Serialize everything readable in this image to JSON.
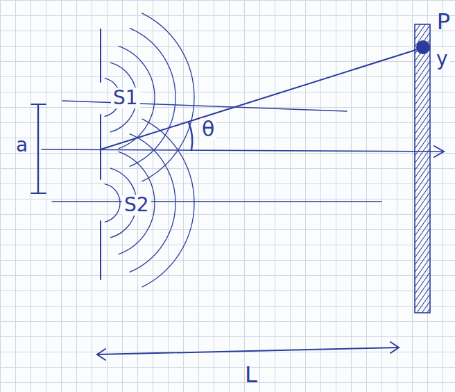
{
  "diagram": {
    "labels": [
      "P",
      "y",
      "S1",
      "S2",
      "θ",
      "a",
      "L"
    ]
  }
}
